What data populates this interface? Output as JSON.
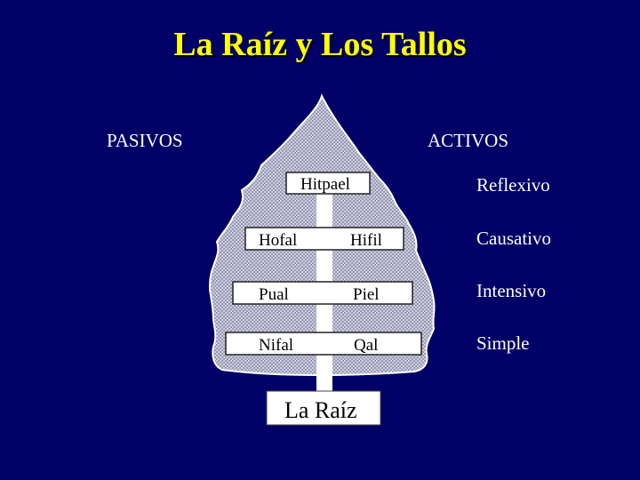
{
  "title": "La Raíz y Los Tallos",
  "headings": {
    "passive": "PASIVOS",
    "active": "ACTIVOS"
  },
  "stems": {
    "hitpael": "Hitpael",
    "hofal": "Hofal",
    "hifil": "Hifil",
    "pual": "Pual",
    "piel": "Piel",
    "nifal": "Nifal",
    "qal": "Qal",
    "root": "La Raíz"
  },
  "stem_types": {
    "reflexive": "Reflexivo",
    "causative": "Causativo",
    "intensive": "Intensivo",
    "simple": "Simple"
  },
  "colors": {
    "background": "#000066",
    "title": "#ffff00",
    "text": "#ffffff",
    "tree_fill": "#c8c8d8",
    "box_fill": "#ffffff",
    "box_text": "#000000"
  }
}
